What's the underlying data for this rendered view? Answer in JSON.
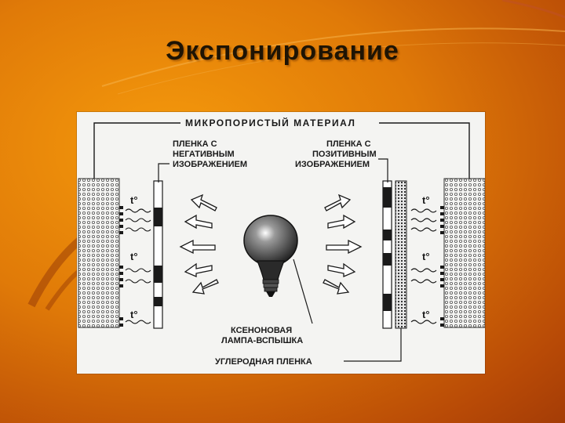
{
  "slide": {
    "title": "Экспонирование",
    "colors": {
      "background": "#e07a08",
      "title": "#1e1404",
      "figure_bg": "#f4f4f2",
      "ink": "#1a1a1a"
    }
  },
  "diagram": {
    "label_top": "МИКРОПОРИСТЫЙ МАТЕРИАЛ",
    "neg_film": [
      "ПЛЕНКА С",
      "НЕГАТИВНЫМ",
      "ИЗОБРАЖЕНИЕМ"
    ],
    "pos_film": [
      "ПЛЕНКА С",
      "ПОЗИТИВНЫМ",
      "ИЗОБРАЖЕНИЕМ"
    ],
    "lamp": [
      "КСЕНОНОВАЯ",
      "ЛАМПА-ВСПЫШКА"
    ],
    "carbon": "УГЛЕРОДНАЯ ПЛЕНКА",
    "temp_symbol": "t°"
  }
}
